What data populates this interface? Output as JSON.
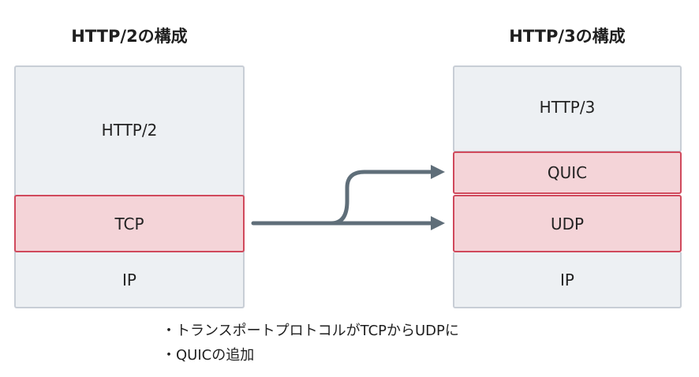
{
  "left": {
    "title": "HTTP/2の構成",
    "layers": [
      "HTTP/2",
      "TCP",
      "IP"
    ]
  },
  "right": {
    "title": "HTTP/3の構成",
    "layers": [
      "HTTP/3",
      "QUIC",
      "UDP",
      "IP"
    ]
  },
  "notes": [
    "・トランスポートプロトコルがTCPからUDPに",
    "・QUICの追加"
  ],
  "colors": {
    "layer_fill": "#edf0f3",
    "layer_border": "#c8ced6",
    "highlight_fill": "#f4d4d8",
    "highlight_border": "#d0495c",
    "arrow": "#5f6e79"
  }
}
